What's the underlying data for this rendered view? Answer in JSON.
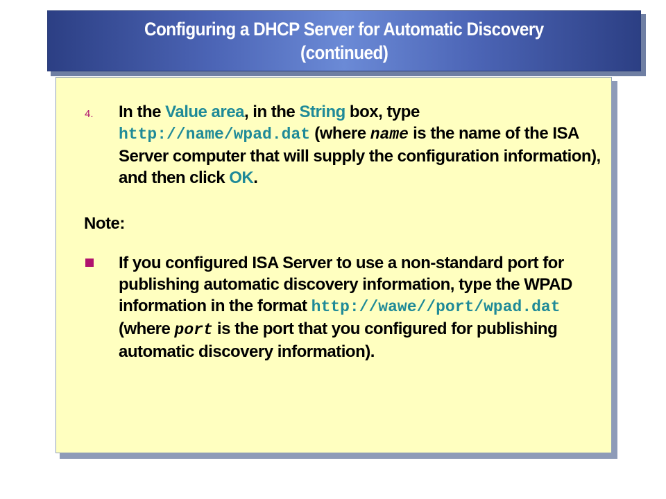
{
  "slide": {
    "title_line1": "Configuring a DHCP Server for Automatic Discovery",
    "title_line2": "(continued)"
  },
  "step": {
    "number": "4.",
    "t1": "In the ",
    "value_area": "Value area",
    "t2": ", in the ",
    "string": "String",
    "t3": " box, type ",
    "url": "http://name/wpad.dat",
    "t4": " (where ",
    "name_var": "name",
    "t5": " is the name of the ISA Server computer that will supply the configuration information), and then click ",
    "ok": "OK",
    "t6": "."
  },
  "note": {
    "label": "Note:",
    "bullet": {
      "t1": "If you configured ISA Server to use a non-standard port for publishing automatic discovery information, type the WPAD information in the format ",
      "url": "http://wawe//port/wpad.dat",
      "t2": " (where ",
      "port_var": "port",
      "t3": " is the port that you configured for publishing automatic discovery information)."
    }
  },
  "colors": {
    "title_bar": "#4c65b6",
    "panel_background": "#ffffc0",
    "highlight": "#1f8a98",
    "bullet": "#b0136e"
  }
}
